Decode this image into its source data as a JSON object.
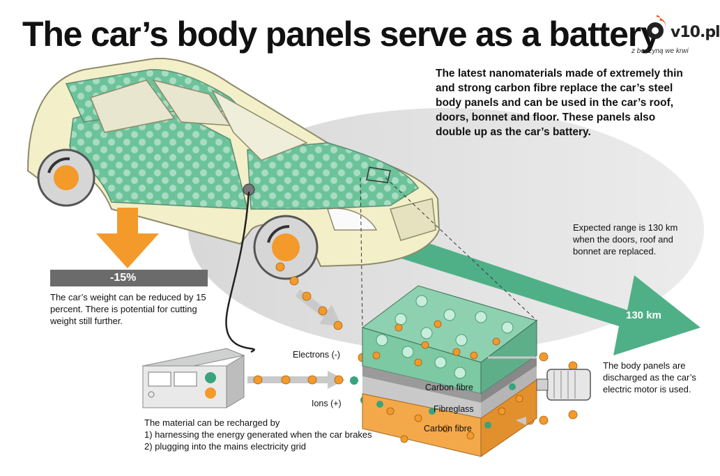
{
  "title": "The car’s body panels serve as a battery",
  "logo": {
    "brand": "v10.pl",
    "tagline": "z benzyną we krwi"
  },
  "description": "The latest nanomaterials made of extremely thin and strong carbon fibre replace the car’s steel body panels and can be used in the car’s roof, doors, bonnet and floor. These panels also double up as the car’s battery.",
  "weight": {
    "badge": "-15%",
    "text": "The car’s weight can be reduced by 15 percent. There is potential for cutting weight still further."
  },
  "range": {
    "text": "Expected range is 130 km when the doors, roof and bonnet are replaced.",
    "value": "130 km"
  },
  "labels": {
    "electrons": "Electrons (-)",
    "ions": "Ions (+)",
    "carbon_top": "Carbon fibre",
    "fibreglass": "Fibreglass",
    "carbon_bottom": "Carbon fibre"
  },
  "discharge_text": "The body panels are discharged as the car’s electric motor is used.",
  "recharge": {
    "intro": "The material can be recharged by",
    "items": [
      "1) harnessing the energy generated when the car brakes",
      "2) plugging into the mains electricity grid"
    ]
  },
  "colors": {
    "accent_orange": "#f39a2b",
    "panel_green": "#5fbf92",
    "arrow_green": "#4fb088",
    "car_body": "#f3efc9"
  }
}
